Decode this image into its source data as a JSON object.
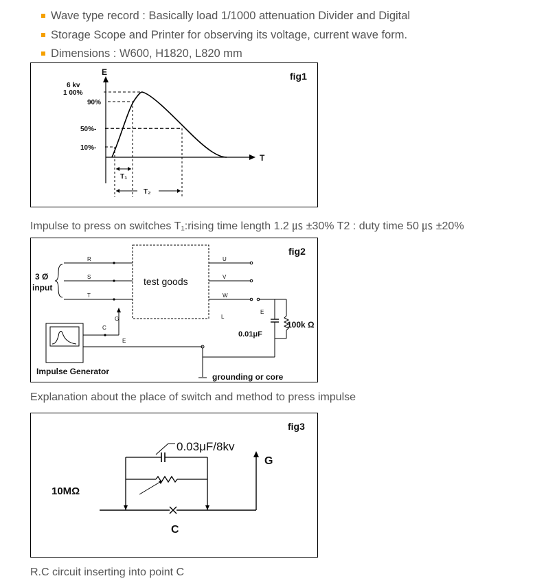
{
  "bullets": [
    "Wave type record : Basically load 1/1000 attenuation Divider and Digital",
    "Storage Scope and Printer for observing its voltage, current wave form.",
    "Dimensions : W600, H1820, L820 mm"
  ],
  "fig1": {
    "tag": "fig1",
    "e_axis": "E",
    "t_axis": "T",
    "kv": "6 kv",
    "l100": "1 00%",
    "l90": "90%",
    "l50": "50%-",
    "l10": "10%-",
    "t1": "T₁",
    "t2": "T₂"
  },
  "caption1": "Impulse to press on switches T₁:rising time length 1.2 ㎲ ±30% T2 : duty time 50 ㎲ ±20%",
  "fig2": {
    "tag": "fig2",
    "phase": "3 Ø",
    "input": "input",
    "r": "R",
    "s": "S",
    "t": "T",
    "box": "test goods",
    "u": "U",
    "v": "V",
    "w": "W",
    "e_out": "E",
    "l": "L",
    "cap": "0.01μF",
    "res": "100k Ω",
    "g": "G",
    "c": "C",
    "e_gen": "E",
    "generator": "Impulse Generator",
    "ground": "grounding or core"
  },
  "caption2": "Explanation about the place of switch and method to press impulse",
  "fig3": {
    "tag": "fig3",
    "cap": "0.03μF/8kv",
    "res": "10MΩ",
    "g": "G",
    "c": "C"
  },
  "caption3": "R.C circuit inserting into point C"
}
